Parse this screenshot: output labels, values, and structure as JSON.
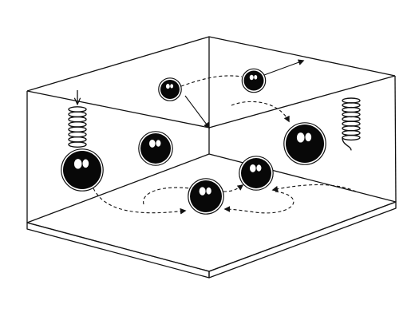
{
  "diagram": {
    "caption": "",
    "colors": {
      "background": "#ffffff",
      "line": "#111111",
      "ball_fill": "#080808",
      "highlight": "#ffffff"
    },
    "elements": {
      "box": "open-3d-container",
      "balls": [
        "particle",
        "particle",
        "particle",
        "particle",
        "particle",
        "particle",
        "particle"
      ],
      "springs": [
        "coil-spring",
        "coil-spring"
      ],
      "paths": [
        "dashed-trajectory",
        "solid-trajectory"
      ]
    }
  }
}
